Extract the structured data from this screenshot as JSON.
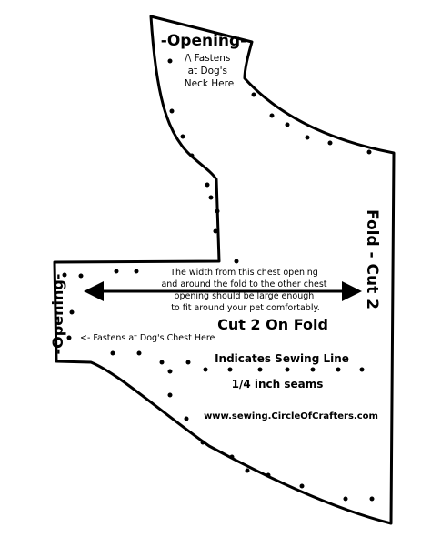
{
  "labels": {
    "opening_top": "-Opening-",
    "fastens_neck": [
      "/\\ Fastens",
      "at Dog's",
      "Neck Here"
    ],
    "fold_cut": "Fold - Cut 2",
    "width_note": [
      "The width from this chest opening",
      "and around the fold to the other chest",
      "opening should  be large enough",
      "to fit around your pet comfortably."
    ],
    "cut_on_fold": "Cut 2 On Fold",
    "opening_left": "-Opening-",
    "fastens_chest": "<- Fastens at Dog's Chest Here",
    "sewing_line": "Indicates Sewing Line",
    "seams": "1/4 inch seams",
    "website": "www.sewing.CircleOfCrafters.com"
  },
  "colors": {
    "ink": "#000000",
    "paper": "#ffffff"
  }
}
